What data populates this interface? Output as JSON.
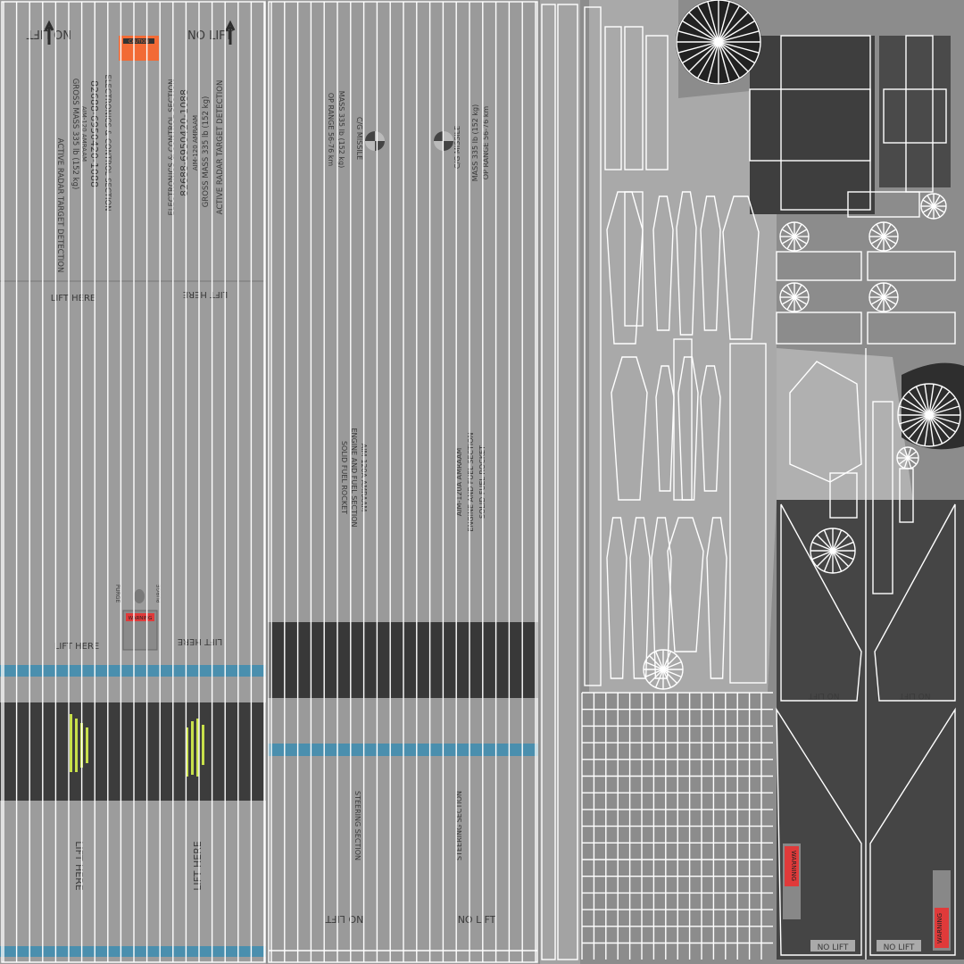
{
  "texture": {
    "colors": {
      "base": "#9b9b9b",
      "dark": "#3c3c3c",
      "stripe": "#4a8fae",
      "caution": "#f26a35",
      "warning": "#e03a3a",
      "stencil_yellow": "#c8e04a",
      "wire": "#ffffff"
    },
    "panel_left": {
      "no_lift": "NO LIFT",
      "caution": "CAUTION",
      "section": "ELECTRONICS & CONTROL SECTION",
      "part_number": "82688-6950420-1088",
      "model": "AIM-120 AMRAAM",
      "gross_mass": "GROSS MASS 335 lb (152 kg)",
      "detection": "ACTIVE RADAR TARGET DETECTION",
      "lift_here": "LIFT HERE",
      "purge": "PURGE",
      "warning": "WARNING"
    },
    "panel_middle": {
      "cg": "C/G MISSILE",
      "mass": "MASS 335 lb (152 kg)",
      "op_range": "OP RANGE 56-76 km",
      "model": "AIM-120A AMRAAM",
      "engine": "ENGINE AND FUEL SECTION",
      "rocket": "SOLID FUEL ROCKET",
      "steering": "STEERING SECTION",
      "no_lift": "NO LIFT"
    },
    "panel_right": {
      "warning": "WARNING",
      "no_lift": "NO LIFT"
    }
  }
}
